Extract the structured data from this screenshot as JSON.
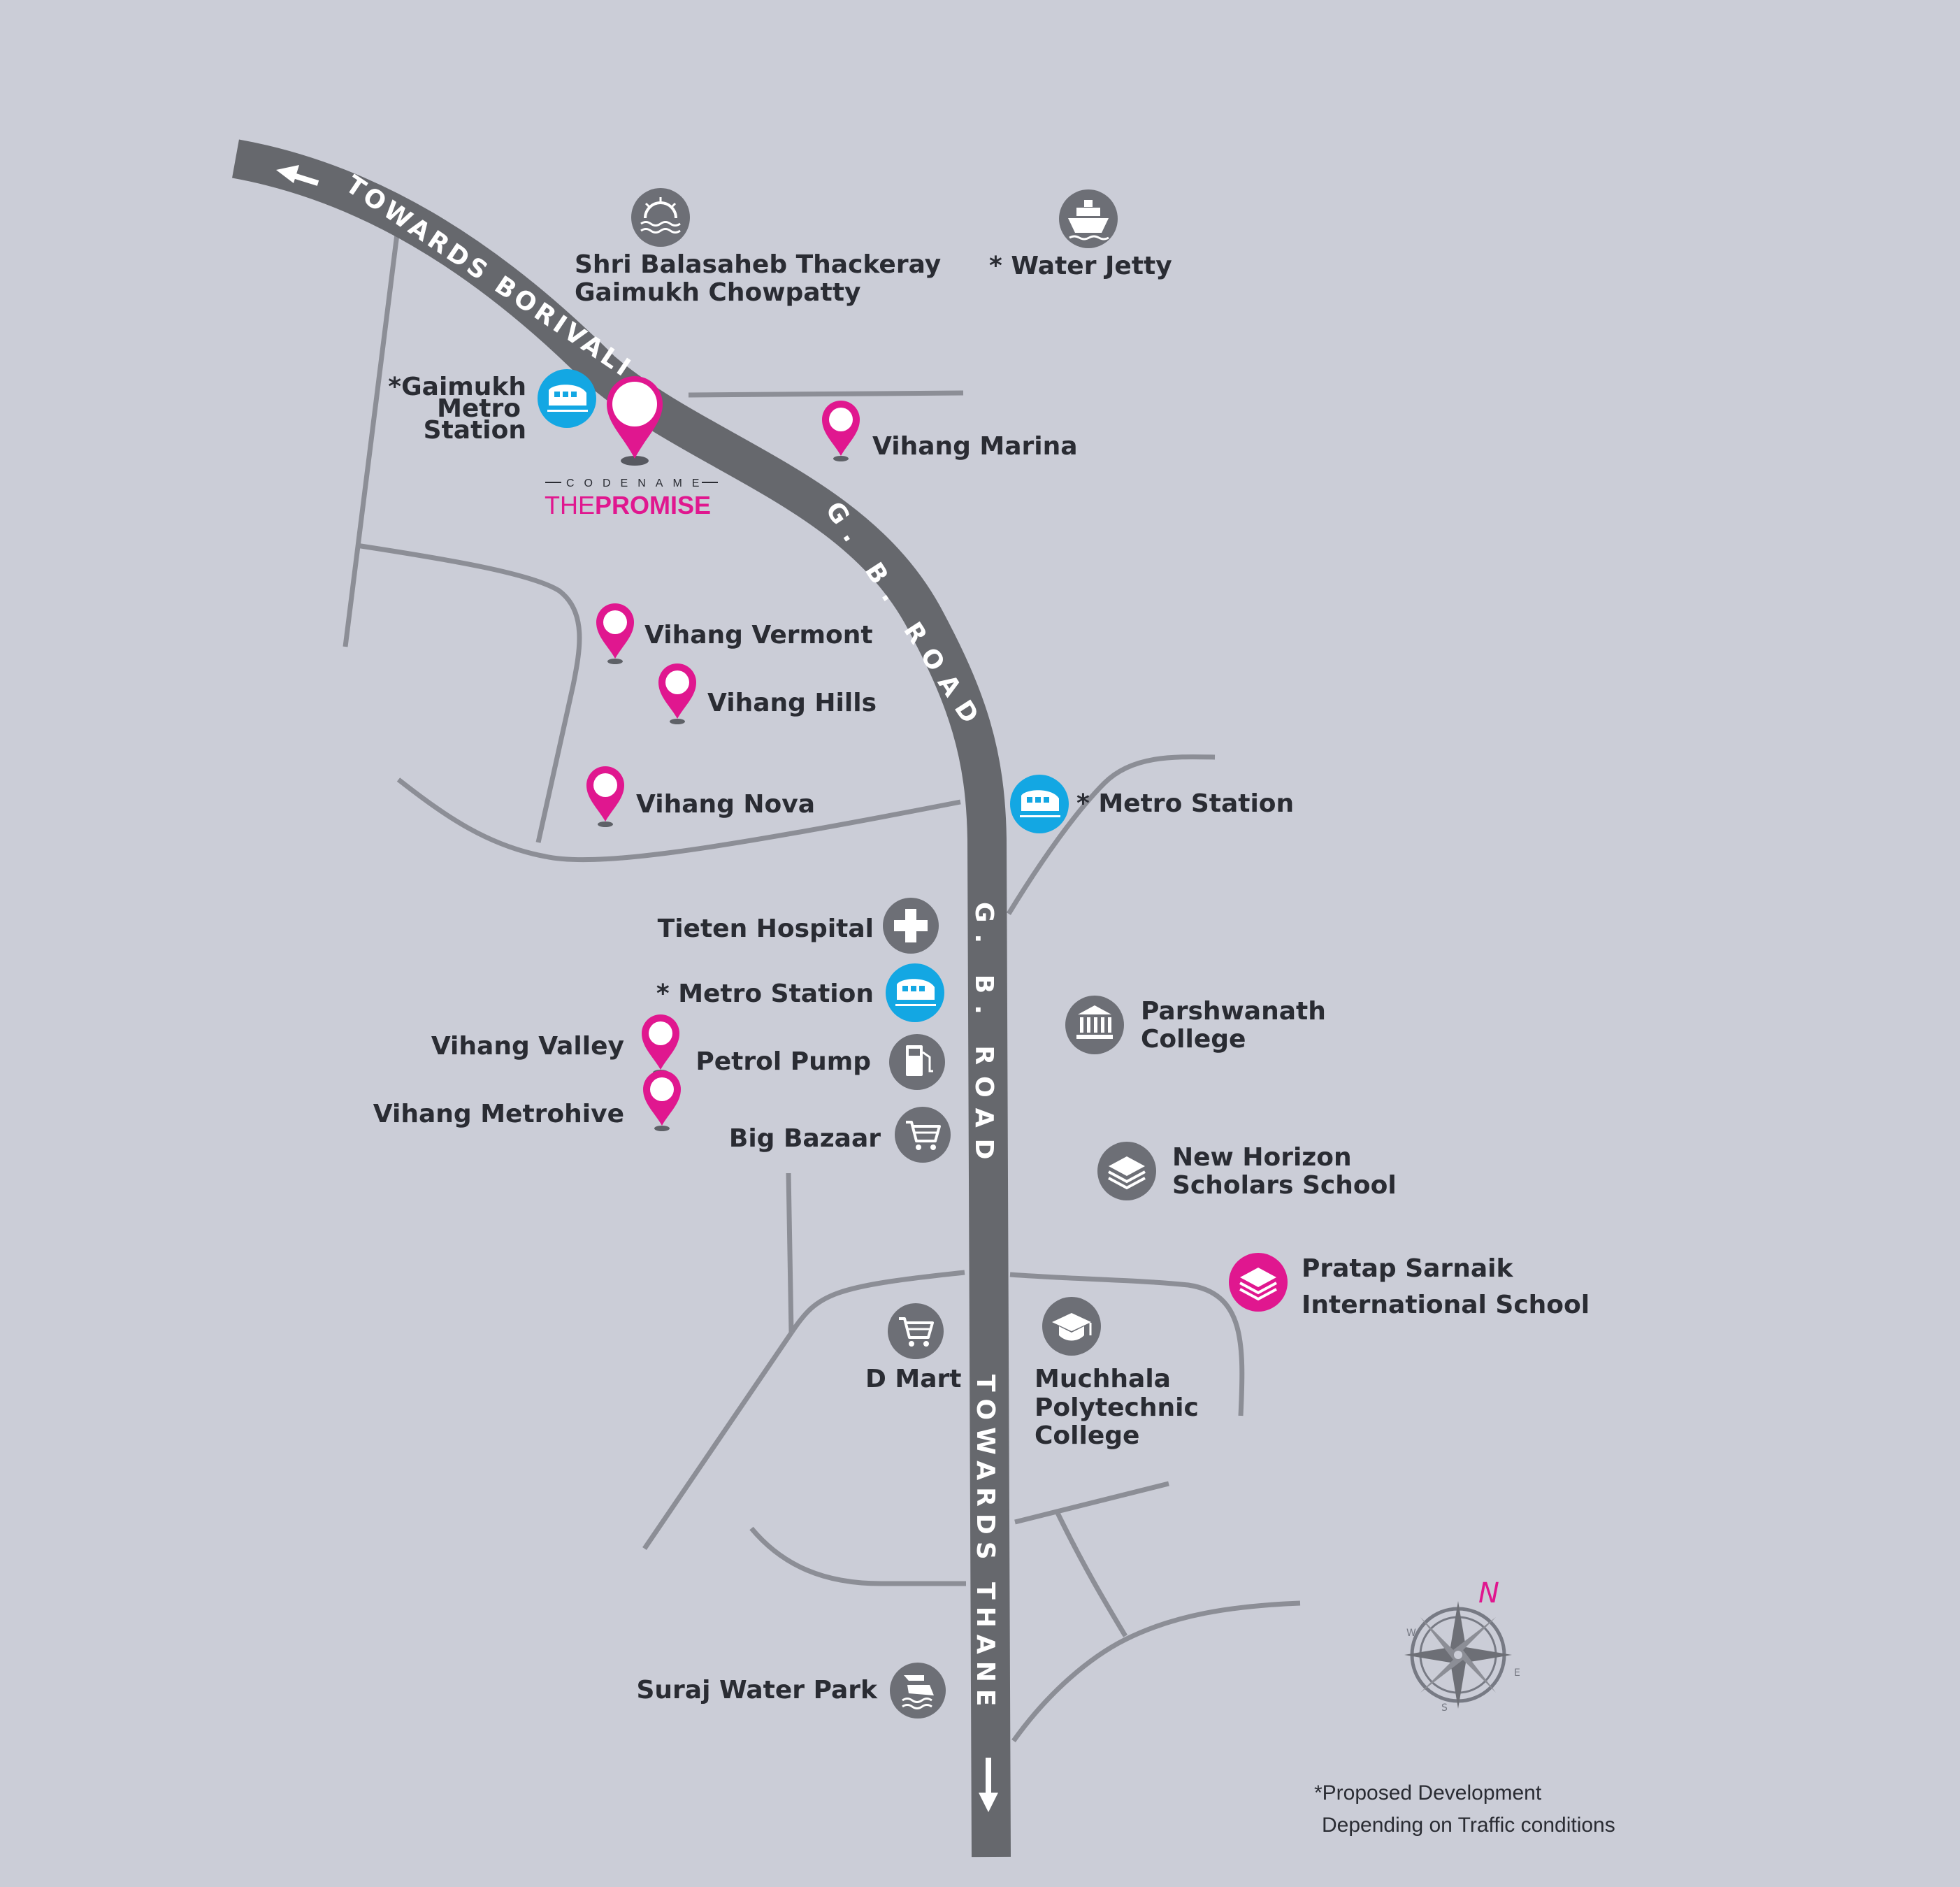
{
  "roads": {
    "towards_borivali": "TOWARDS BORIVALI",
    "gb_road_upper": "G. B. ROAD",
    "gb_road_lower": "G. B. ROAD",
    "towards_thane": "TOWARDS THANE"
  },
  "project": {
    "codename": "CODENAME",
    "the": "THE",
    "promise": "PROMISE"
  },
  "places": {
    "chowpatty_line1": "Shri Balasaheb Thackeray",
    "chowpatty_line2": "Gaimukh Chowpatty",
    "water_jetty": "* Water Jetty",
    "gaimukh_line1": "*Gaimukh",
    "gaimukh_line2": "Metro",
    "gaimukh_line3": "Station",
    "vihang_marina": "Vihang Marina",
    "vihang_vermont": "Vihang Vermont",
    "vihang_hills": "Vihang Hills",
    "vihang_nova": "Vihang Nova",
    "metro_station_right": "* Metro Station",
    "tieten_hospital": "Tieten Hospital",
    "metro_station_left": "* Metro Station",
    "parshwanath_line1": "Parshwanath",
    "parshwanath_line2": "College",
    "vihang_valley": "Vihang Valley",
    "petrol_pump": "Petrol Pump",
    "vihang_metrohive": "Vihang Metrohive",
    "big_bazaar": "Big Bazaar",
    "new_horizon_line1": "New Horizon",
    "new_horizon_line2": "Scholars School",
    "pratap_line1": "Pratap Sarnaik",
    "pratap_line2": "International School",
    "d_mart": "D Mart",
    "muchhala_line1": "Muchhala",
    "muchhala_line2": "Polytechnic",
    "muchhala_line3": "College",
    "suraj_water_park": "Suraj Water Park"
  },
  "compass": {
    "n": "N",
    "e": "E",
    "s": "S",
    "w": "W"
  },
  "footnote": {
    "line1": "*Proposed Development",
    "line2": "Depending on Traffic conditions"
  },
  "colors": {
    "background": "#cbcdd7",
    "road": "#66686d",
    "minor_road": "#8c8e96",
    "text": "#2a2c33",
    "pin": "#e0178f",
    "metro_icon": "#13a7e3",
    "amenity_icon": "#6d6f76"
  },
  "icons": {
    "project_pin": "map-pin-icon",
    "property_pin": "map-pin-icon",
    "metro": "train-icon",
    "beach": "sunset-icon",
    "jetty": "ship-icon",
    "hospital": "cross-icon",
    "college": "columns-icon",
    "school": "books-icon",
    "polytechnic": "graduation-cap-icon",
    "shopping": "cart-icon",
    "fuel": "fuel-pump-icon",
    "water_park": "water-slide-icon",
    "compass": "compass-rose-icon"
  }
}
